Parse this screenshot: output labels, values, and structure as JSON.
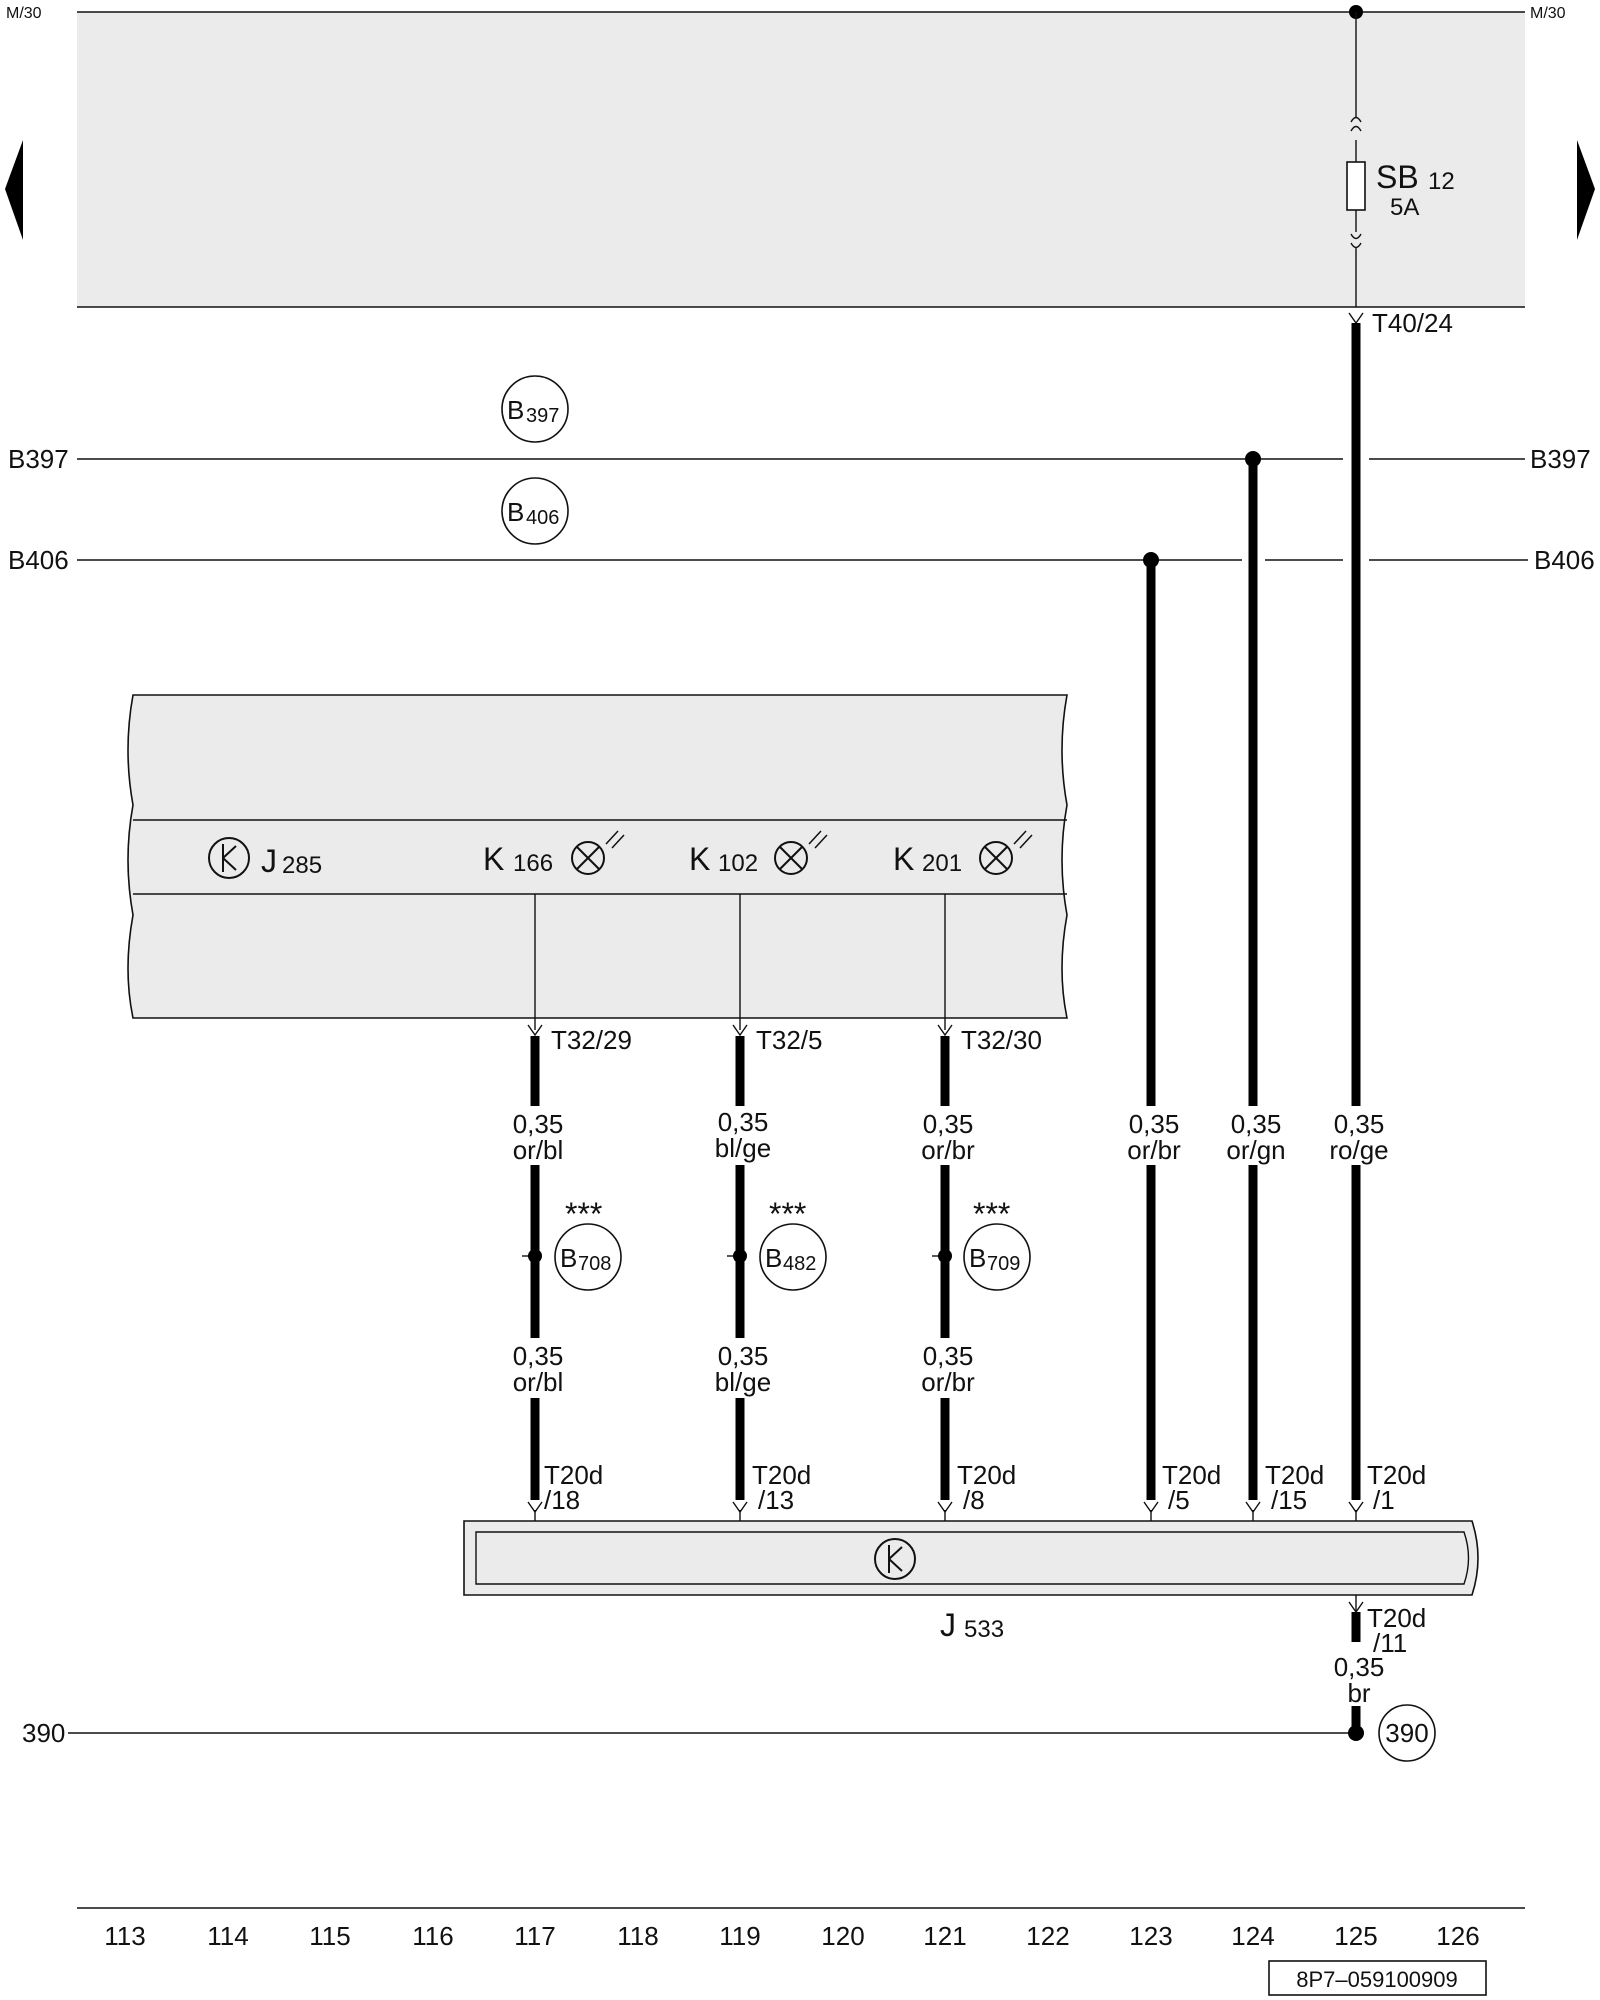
{
  "colors": {
    "panel_fill": "#ebebeb",
    "wire": "#000000",
    "line": "#111111"
  },
  "bus_labels": {
    "m30_left": "M/30",
    "m30_right": "M/30",
    "b397_left": "B397",
    "b397_right": "B397",
    "b406_left": "B406",
    "b406_right": "B406",
    "g390_left": "390"
  },
  "fuse": {
    "name": "SB",
    "number": "12",
    "rating": "5A"
  },
  "nav": {
    "prev_icon": "triangle-left-icon",
    "next_icon": "triangle-right-icon"
  },
  "connector_top": "T40/24",
  "circle_refs": {
    "b397": {
      "letter": "B",
      "num": "397"
    },
    "b406": {
      "letter": "B",
      "num": "406"
    },
    "b708": {
      "letter": "B",
      "num": "708"
    },
    "b482": {
      "letter": "B",
      "num": "482"
    },
    "b709": {
      "letter": "B",
      "num": "709"
    },
    "g390": {
      "letter": "",
      "num": "390"
    }
  },
  "stars": "***",
  "instrument_cluster": {
    "control_unit": {
      "letter": "J",
      "num": "285",
      "icon": "control-unit-icon"
    },
    "lamps": [
      {
        "letter": "K",
        "num": "166",
        "icon": "warning-lamp-icon"
      },
      {
        "letter": "K",
        "num": "102",
        "icon": "warning-lamp-icon"
      },
      {
        "letter": "K",
        "num": "201",
        "icon": "warning-lamp-icon"
      }
    ]
  },
  "cluster_pins": [
    "T32/29",
    "T32/5",
    "T32/30"
  ],
  "wires_upper": [
    {
      "size": "0,35",
      "color": "or/bl"
    },
    {
      "size": "0,35",
      "color": "bl/ge"
    },
    {
      "size": "0,35",
      "color": "or/br"
    }
  ],
  "wires_lower": [
    {
      "size": "0,35",
      "color": "or/bl"
    },
    {
      "size": "0,35",
      "color": "bl/ge"
    },
    {
      "size": "0,35",
      "color": "or/br"
    }
  ],
  "wires_right": [
    {
      "size": "0,35",
      "color": "or/br"
    },
    {
      "size": "0,35",
      "color": "or/gn"
    },
    {
      "size": "0,35",
      "color": "ro/ge"
    }
  ],
  "gateway_pins": [
    {
      "a": "T20d",
      "b": "/18"
    },
    {
      "a": "T20d",
      "b": "/13"
    },
    {
      "a": "T20d",
      "b": "/8"
    },
    {
      "a": "T20d",
      "b": "/5"
    },
    {
      "a": "T20d",
      "b": "/15"
    },
    {
      "a": "T20d",
      "b": "/1"
    }
  ],
  "gateway": {
    "letter": "J",
    "num": "533",
    "icon": "control-unit-icon"
  },
  "gateway_out_pin": {
    "a": "T20d",
    "b": "/11"
  },
  "ground_wire": {
    "size": "0,35",
    "color": "br"
  },
  "track_numbers": [
    "113",
    "114",
    "115",
    "116",
    "117",
    "118",
    "119",
    "120",
    "121",
    "122",
    "123",
    "124",
    "125",
    "126"
  ],
  "doc_code": "8P7–059100909"
}
